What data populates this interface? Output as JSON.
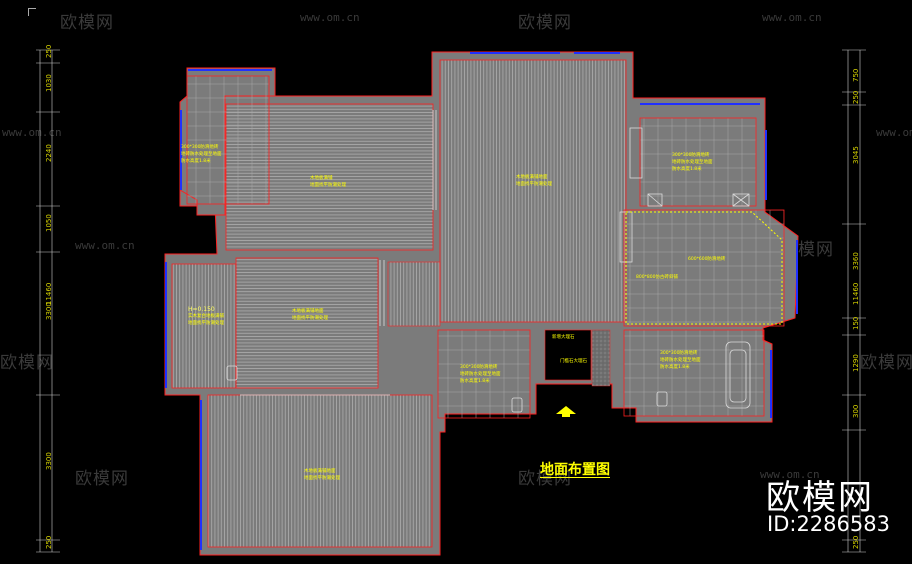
{
  "drawing": {
    "title": "地面布置图",
    "brand": "欧模网",
    "id_label": "ID:2286583"
  },
  "watermark": {
    "logo": "欧模网",
    "url": "www.om.cn"
  },
  "dimensions": {
    "left": [
      "250",
      "1030",
      "2240",
      "1050",
      "3300",
      "11460",
      "3300",
      "250"
    ],
    "right": [
      "750",
      "250",
      "3045",
      "3360",
      "11460",
      "150",
      "1290",
      "300",
      "250"
    ]
  },
  "rooms": [
    {
      "id": "room-a",
      "text": [
        "300*300防滑地砖",
        "地砖防水处理至地面",
        "防水高度1.8米"
      ]
    },
    {
      "id": "room-b",
      "text": [
        "木地板满铺",
        "地面找平防潮处理"
      ]
    },
    {
      "id": "room-c",
      "text": [
        "木地板满铺地面",
        "地面找平防潮处理"
      ]
    },
    {
      "id": "room-d",
      "text": [
        "300*300防滑地砖",
        "地砖防水处理至地面",
        "防水高度1.8米"
      ]
    },
    {
      "id": "room-e",
      "text": [
        "600*600防滑地砖"
      ]
    },
    {
      "id": "room-f",
      "text": [
        "800*800仿古砖斜铺"
      ]
    },
    {
      "id": "room-g",
      "text": [
        "H=0.150",
        "实木复合地板满铺",
        "地面找平防潮处理"
      ]
    },
    {
      "id": "room-h",
      "text": [
        "木地板满铺地面",
        "地面找平防潮处理"
      ]
    },
    {
      "id": "room-i",
      "text": [
        "300*300防滑地砖",
        "地砖防水处理至地面",
        "防水高度1.8米"
      ]
    },
    {
      "id": "room-j",
      "text": [
        "300*300防滑地砖",
        "地砖防水处理至地面",
        "防水高度1.8米"
      ]
    },
    {
      "id": "room-k",
      "text": [
        "木地板满铺地面",
        "地面找平防潮处理"
      ]
    },
    {
      "id": "room-l",
      "text": [
        "新增大理石"
      ]
    },
    {
      "id": "room-m",
      "text": [
        "门槛石大理石"
      ]
    }
  ],
  "colors": {
    "wall_red": "#ff2020",
    "wall_fill": "#8a8a8a",
    "window_blue": "#2030ff",
    "note_yellow": "#ffff00",
    "floor_line": "#bfbfbf"
  }
}
